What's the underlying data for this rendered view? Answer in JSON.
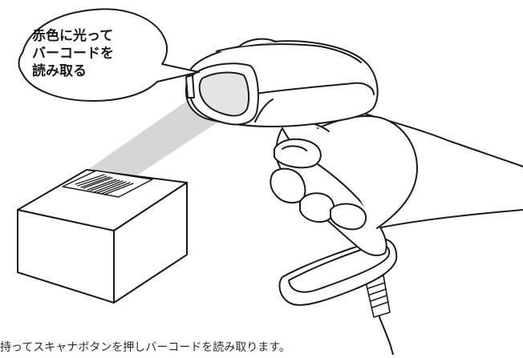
{
  "bubble": {
    "line1": "赤色に光って",
    "line2": "バーコードを",
    "line3": "読み取る"
  },
  "caption": "持ってスキャナボタンを押しバーコードを読み取ります。",
  "colors": {
    "outline": "#1a1a1a",
    "beam": "#cfcfcf",
    "lens_glow": "#e4e4e4",
    "background": "#ffffff"
  }
}
